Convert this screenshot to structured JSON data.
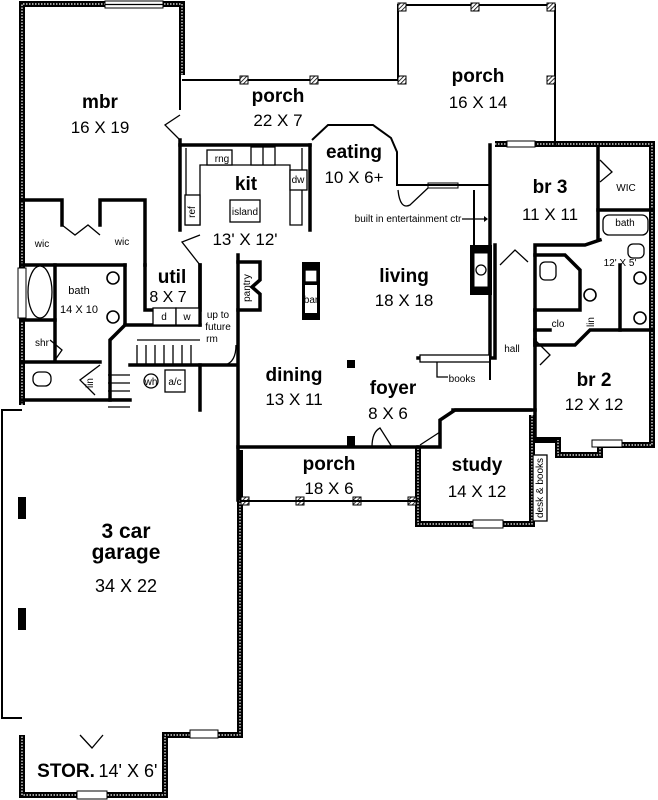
{
  "plan": {
    "rooms": {
      "mbr": {
        "name": "mbr",
        "dim": "16 X 19"
      },
      "porch_rear": {
        "name": "porch",
        "dim": "22 X 7"
      },
      "porch_big": {
        "name": "porch",
        "dim": "16 X 14"
      },
      "eating": {
        "name": "eating",
        "dim": "10 X 6+"
      },
      "kit": {
        "name": "kit",
        "dim": "13' X 12'"
      },
      "br3": {
        "name": "br 3",
        "dim": "11 X 11"
      },
      "living": {
        "name": "living",
        "dim": "18 X 18"
      },
      "util": {
        "name": "util",
        "dim": "8 X 7"
      },
      "bath_master": {
        "name": "bath",
        "dim": "14 X 10"
      },
      "dining": {
        "name": "dining",
        "dim": "13 X 11"
      },
      "foyer": {
        "name": "foyer",
        "dim": "8 X 6"
      },
      "br2": {
        "name": "br 2",
        "dim": "12 X 12"
      },
      "porch_front": {
        "name": "porch",
        "dim": "18 X 6"
      },
      "study": {
        "name": "study",
        "dim": "14 X 12"
      },
      "garage": {
        "name_line1": "3 car",
        "name_line2": "garage",
        "dim": "34 X 22"
      },
      "stor": {
        "name": "STOR.",
        "dim": "14' X 6'"
      },
      "bath_shared": {
        "dim": "12' X 5'"
      }
    },
    "labels": {
      "wic_left": "wic",
      "wic_right": "wic",
      "wic_br3": "WIC",
      "bath_br3": "bath",
      "shr": "shr",
      "lin_master": "lin",
      "lin_hall": "lin",
      "rng": "rng",
      "ref": "ref",
      "dw": "dw",
      "island": "island",
      "pantry": "pantry",
      "bar": "bar",
      "d": "d",
      "w": "w",
      "wh": "wh",
      "ac": "a/c",
      "up_to_future_1": "up to",
      "up_to_future_2": "future",
      "up_to_future_3": "rm",
      "entertainment": "built in entertainment ctr",
      "books": "books",
      "hall": "hall",
      "clo": "clo",
      "desk_books": "desk & books"
    }
  }
}
